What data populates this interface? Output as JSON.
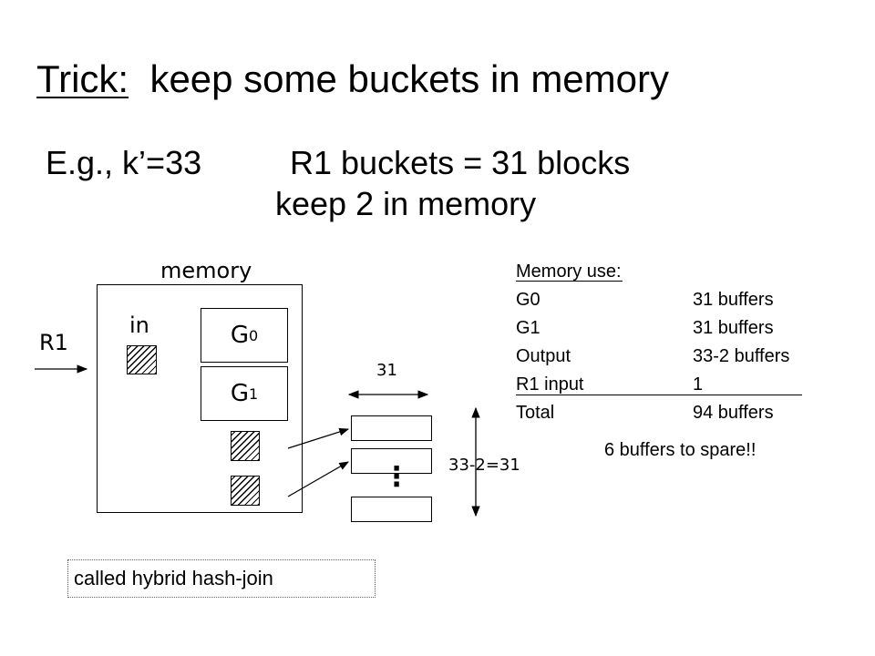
{
  "title": {
    "prefix": "Trick:",
    "rest": "keep some buckets in memory"
  },
  "example": {
    "line1_a": "E.g., k’=33",
    "line1_b": "R1 buckets = 31 blocks",
    "line2": "keep 2 in memory"
  },
  "diagram": {
    "memory_label": "memory",
    "input_label": "in",
    "relation_label": "R1",
    "g0": {
      "letter": "G",
      "sub": "0"
    },
    "g1": {
      "letter": "G",
      "sub": "1"
    },
    "buffer_width_label": "31",
    "buffer_count_label": "33-2=31",
    "ellipsis": "⋮"
  },
  "memory_use": {
    "heading": "Memory use:",
    "rows": [
      {
        "name": "G0",
        "value": "31 buffers"
      },
      {
        "name": "G1",
        "value": "31 buffers"
      },
      {
        "name": "Output",
        "value": "33-2 buffers"
      },
      {
        "name": "R1 input",
        "value": "1"
      },
      {
        "name": "Total",
        "value": "94 buffers"
      }
    ],
    "spare": "6 buffers to spare!!"
  },
  "callout": "called hybrid hash-join"
}
